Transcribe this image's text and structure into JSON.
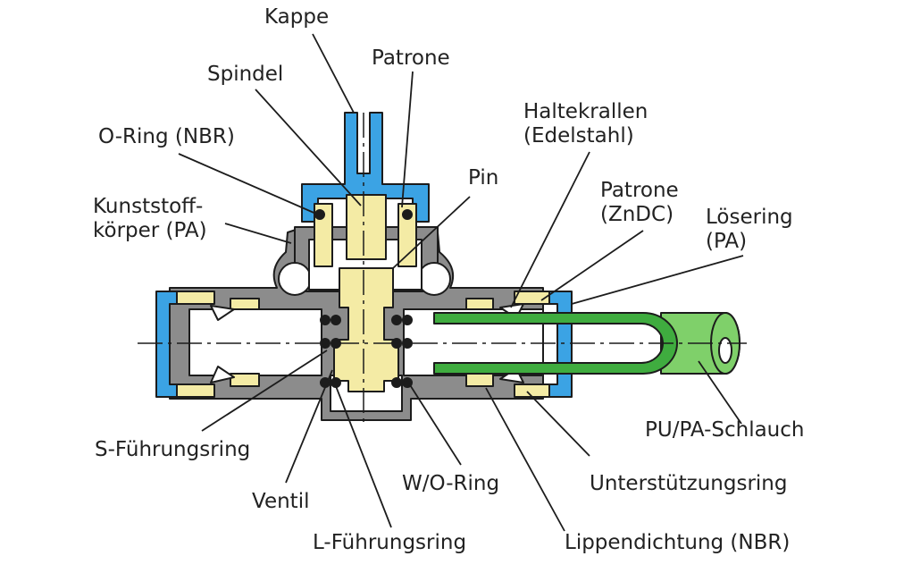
{
  "colors": {
    "body_gray": "#8c8c8c",
    "cap_blue": "#3ba3e4",
    "brass_yellow": "#f4eba5",
    "tube_green": "#3fac3f",
    "tube_light": "#7fd06a",
    "line": "#1c1c1c"
  },
  "labels": {
    "kappe": "Kappe",
    "spindel": "Spindel",
    "patrone_top": "Patrone",
    "o_ring_nbr": "O-Ring (NBR)",
    "haltekrallen_1": "Haltekrallen",
    "haltekrallen_2": "(Edelstahl)",
    "pin": "Pin",
    "kunststoff_1": "Kunststoff-",
    "kunststoff_2": "körper (PA)",
    "patrone_zndc_1": "Patrone",
    "patrone_zndc_2": "(ZnDC)",
    "loesering_1": "Lösering",
    "loesering_2": "(PA)",
    "pu_pa_schlauch": "PU/PA-Schlauch",
    "s_fuehrungsring": "S-Führungsring",
    "w_o_ring": "W/O-Ring",
    "unterstuetzungsring": "Unterstützungsring",
    "ventil": "Ventil",
    "l_fuehrungsring": "L-Führungsring",
    "lippendichtung": "Lippendichtung (NBR)"
  }
}
